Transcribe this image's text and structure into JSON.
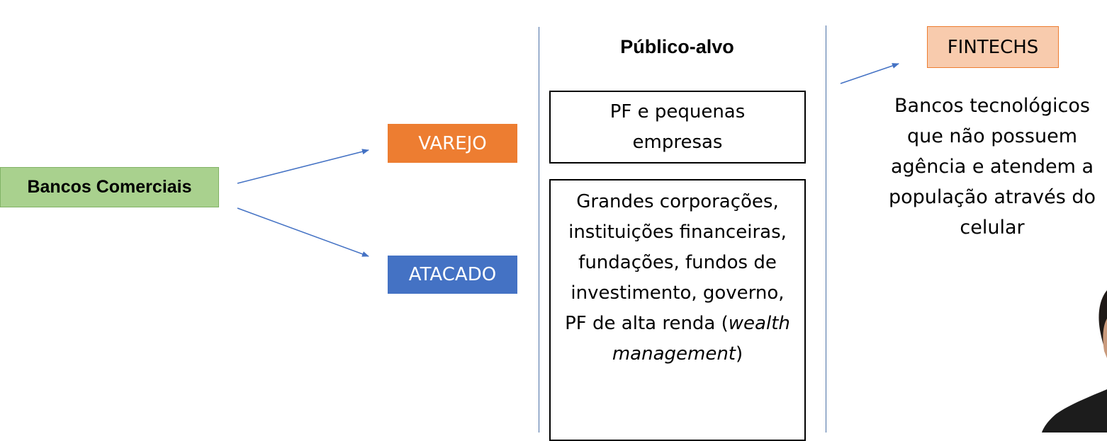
{
  "bancos_comerciais": "Bancos Comerciais",
  "varejo": "VAREJO",
  "atacado": "ATACADO",
  "publico_alvo_title": "Público-alvo",
  "varejo_target": "PF e pequenas empresas",
  "atacado_target": {
    "text_before": "Grandes corporações, instituições financeiras, fundações, fundos de investimento, governo, PF de alta renda (",
    "italic": "wealth management",
    "text_after": ")"
  },
  "fintechs": "FINTECHS",
  "fintechs_description": "Bancos tecnológicos que não possuem agência e atendem a população através do celular",
  "colors": {
    "bancos_fill": "#a9d18e",
    "varejo_fill": "#ed7d31",
    "atacado_fill": "#4472c4",
    "fintechs_fill": "#f8cbad",
    "arrow": "#4472c4"
  }
}
